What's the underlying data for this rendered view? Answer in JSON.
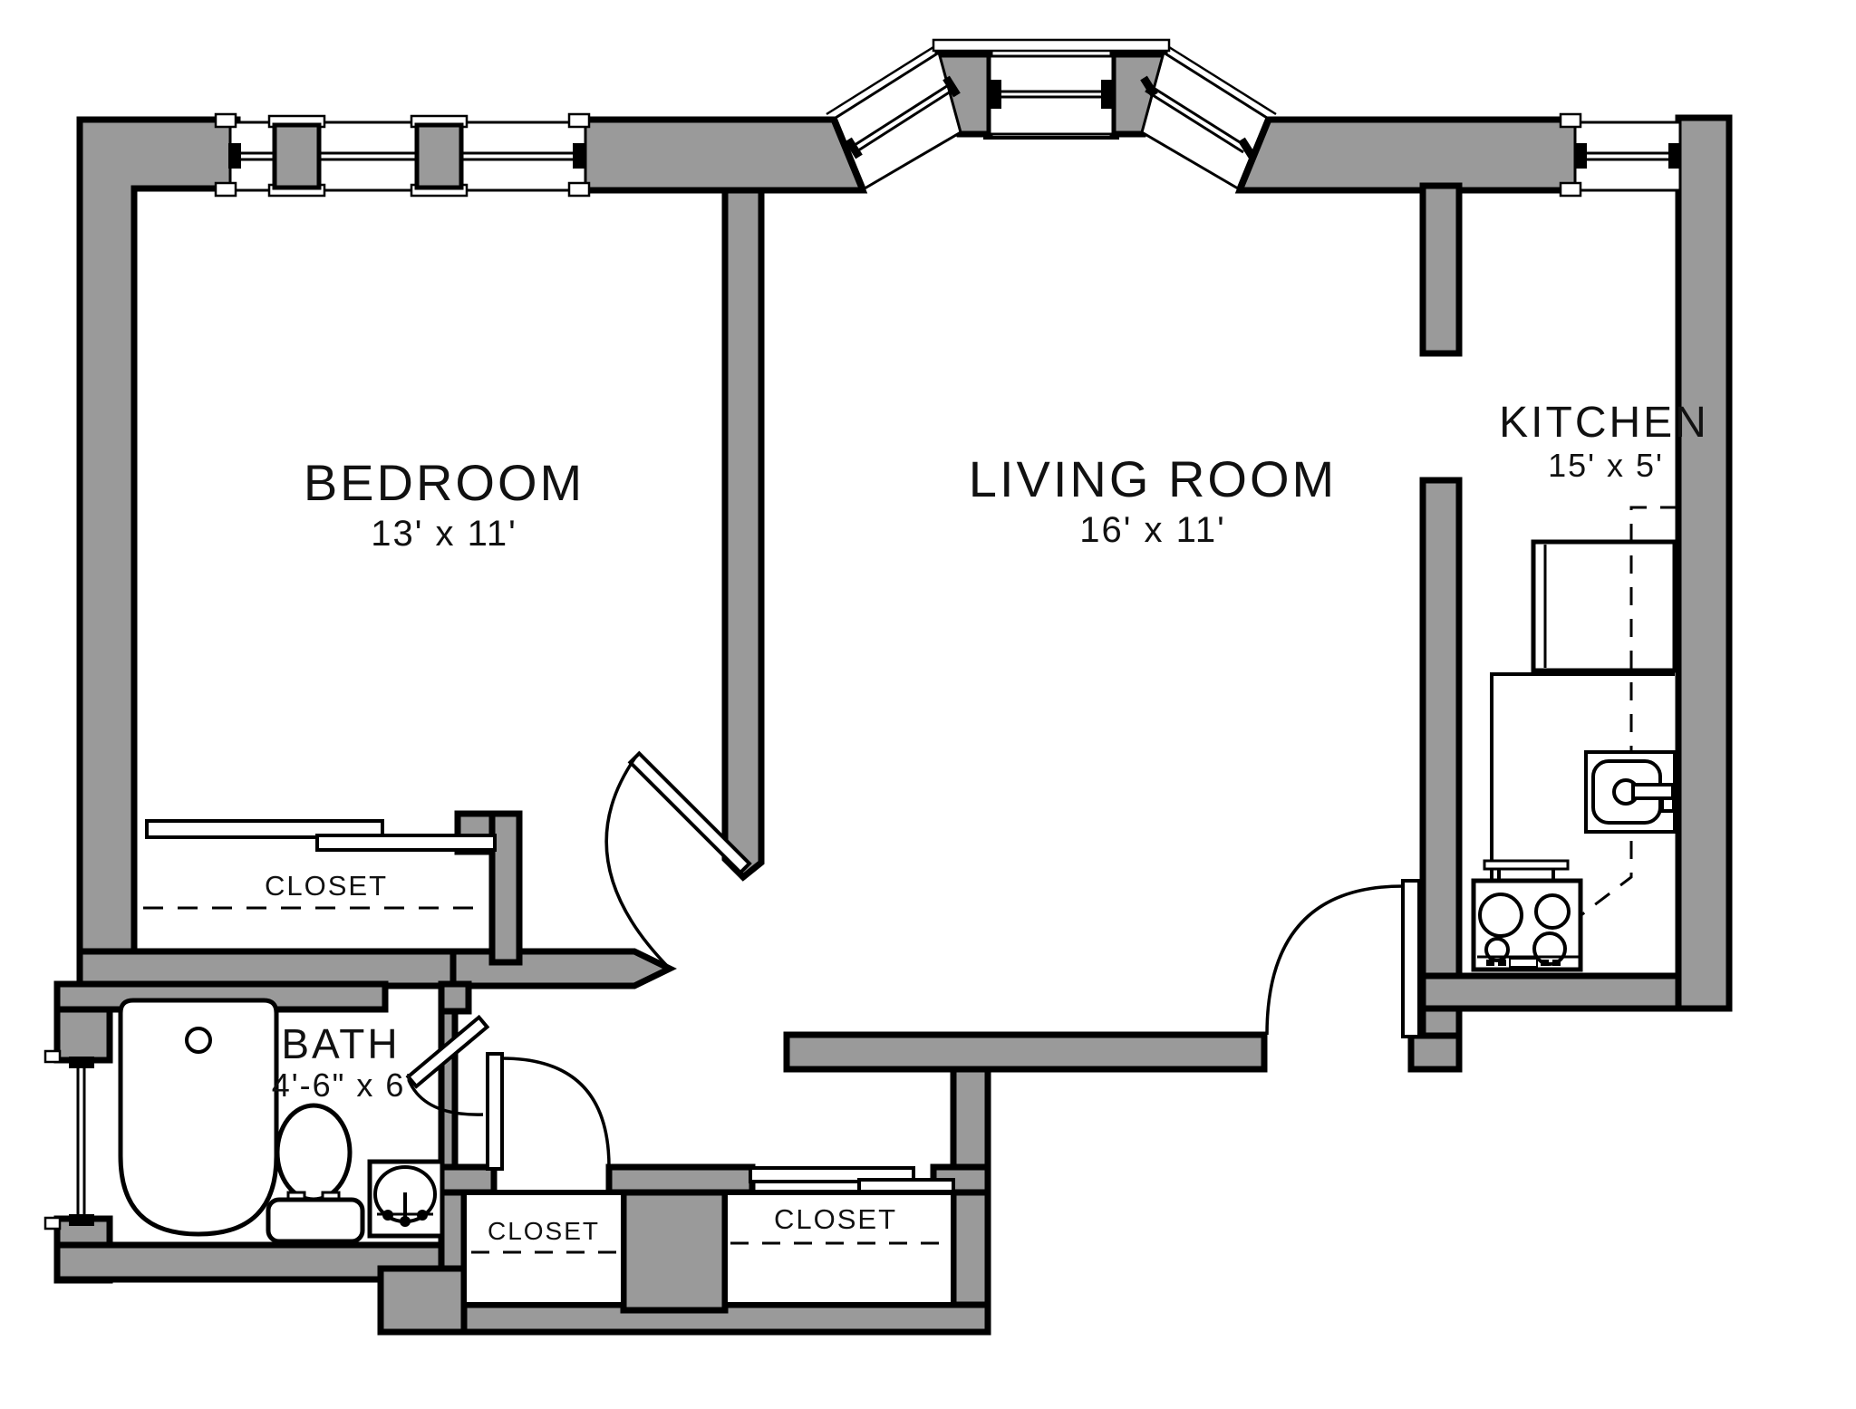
{
  "document": {
    "type": "apartment floor plan"
  },
  "colors": {
    "wall_fill": "#9a9a9a",
    "outline": "#000000",
    "background": "#ffffff"
  },
  "rooms": [
    {
      "id": "bedroom",
      "label": "BEDROOM",
      "dimensions": "13' x 11'"
    },
    {
      "id": "living_room",
      "label": "LIVING ROOM",
      "dimensions": "16' x 11'"
    },
    {
      "id": "kitchen",
      "label": "KITCHEN",
      "dimensions": "15' x 5'"
    },
    {
      "id": "bath",
      "label": "BATH",
      "dimensions": "4'-6\" x 6'"
    },
    {
      "id": "bedroom_closet",
      "label": "CLOSET"
    },
    {
      "id": "hall_closet_small",
      "label": "CLOSET"
    },
    {
      "id": "hall_closet_large",
      "label": "CLOSET"
    }
  ],
  "fixtures": [
    "bathtub",
    "toilet",
    "bath-sink",
    "kitchen-sink",
    "stove",
    "refrigerator",
    "counter",
    "bay-window",
    "bedroom-window",
    "kitchen-window",
    "bath-window"
  ]
}
